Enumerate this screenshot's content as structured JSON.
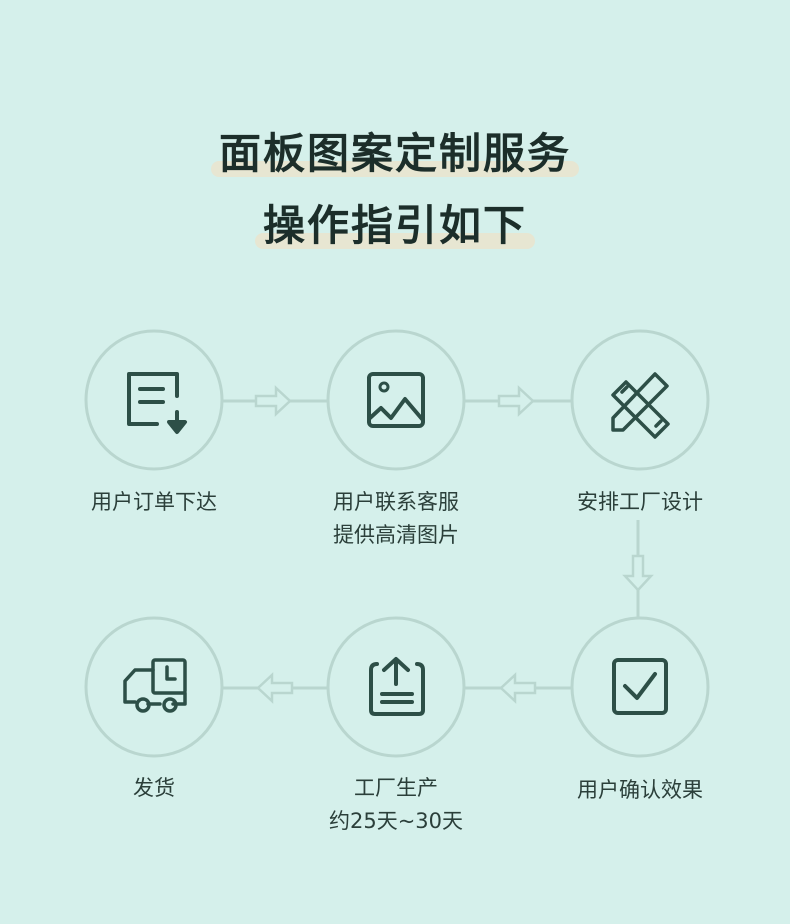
{
  "title": {
    "line1": "面板图案定制服务",
    "line2": "操作指引如下"
  },
  "steps": [
    {
      "icon": "order-download-icon",
      "line1": "用户订单下达"
    },
    {
      "icon": "image-icon",
      "line1": "用户联系客服",
      "line2": "提供高清图片"
    },
    {
      "icon": "ruler-pencil-icon",
      "line1": "安排工厂设计"
    },
    {
      "icon": "checkbox-icon",
      "line1": "用户确认效果"
    },
    {
      "icon": "upload-clipboard-icon",
      "line1": "工厂生产",
      "line2": "约25天~30天"
    },
    {
      "icon": "delivery-truck-icon",
      "line1": "发货"
    }
  ],
  "colors": {
    "background": "#d5f0eb",
    "circle": "#b9d6cf",
    "icon": "#2d4f47",
    "text": "#2b3f3a"
  }
}
